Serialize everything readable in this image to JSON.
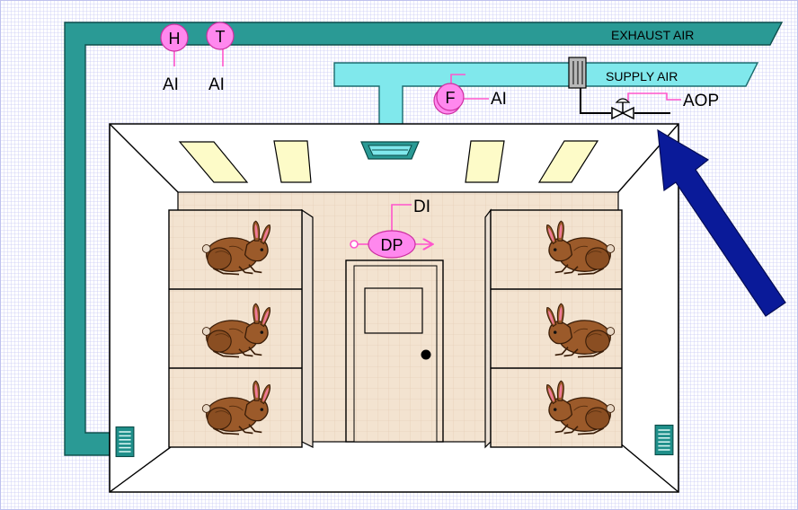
{
  "ducts": {
    "exhaust_label": "EXHAUST AIR",
    "supply_label": "SUPPLY AIR"
  },
  "sensors": {
    "humidity": {
      "symbol": "H",
      "signal": "AI"
    },
    "temperature": {
      "symbol": "T",
      "signal": "AI"
    },
    "flow": {
      "symbol": "F",
      "signal": "AI"
    },
    "differential_pressure": {
      "symbol": "DP",
      "signal": "DI"
    }
  },
  "valve": {
    "signal": "AOP"
  },
  "colors": {
    "exhaust_duct": "#2a9a95",
    "supply_duct": "#80e8ec",
    "sensor": "#ff88ee",
    "signal_line": "#ff55cc",
    "arrow": "#0a1a99",
    "wall_tile": "#f3e3d0",
    "light": "#fdfbc8",
    "background_grid": "#c7c9f5"
  },
  "icons": {
    "rabbit": "rabbit-icon",
    "vent": "vent-grille-icon",
    "valve": "control-valve-icon",
    "damper": "damper-icon",
    "door_knob": "door-knob-icon"
  },
  "rabbit_count_per_side": 3
}
